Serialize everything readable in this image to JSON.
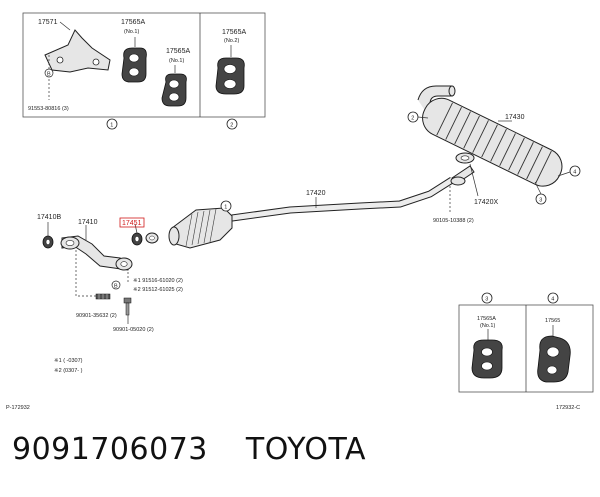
{
  "inset1": {
    "p17571": "17571",
    "p17565a_no1": "17565A",
    "p17565a_no1_sub": "(No.1)",
    "p17565a_no1b": "17565A",
    "p17565a_no1b_sub": "(No.1)",
    "bolt": "91553-80816 (3)",
    "marker_b": "B",
    "circle": "1"
  },
  "inset2": {
    "p17565a_no2": "17565A",
    "p17565a_no2_sub": "(No.2)",
    "circle": "2"
  },
  "muffler": {
    "p17430": "17430",
    "c2": "2",
    "c4": "4",
    "c3": "3",
    "p17420x": "17420X",
    "bolt": "90105-10388 (2)"
  },
  "pipe": {
    "p17420": "17420",
    "c1": "1"
  },
  "front": {
    "p17410b": "17410B",
    "p17410": "17410",
    "p17451": "17451",
    "note1": "※1  91516-61020 (2)",
    "note2": "※2  91512-61025 (2)",
    "marker_b": "B",
    "stud": "90901-35632 (2)",
    "bolt": "90901-05020 (2)"
  },
  "footnote": {
    "f1": "※1  (      -0307)",
    "f2": "※2  (0307-      )"
  },
  "inset3": {
    "circle": "3",
    "p17565a": "17565A",
    "p17565a_sub": "(No.1)"
  },
  "inset4": {
    "circle": "4",
    "p17565": "17565"
  },
  "corners": {
    "left": "P-172932",
    "right": "172932-C"
  },
  "caption": {
    "part_number": "9091706073",
    "brand": "TOYOTA"
  },
  "colors": {
    "highlight": "#d11a1a"
  }
}
